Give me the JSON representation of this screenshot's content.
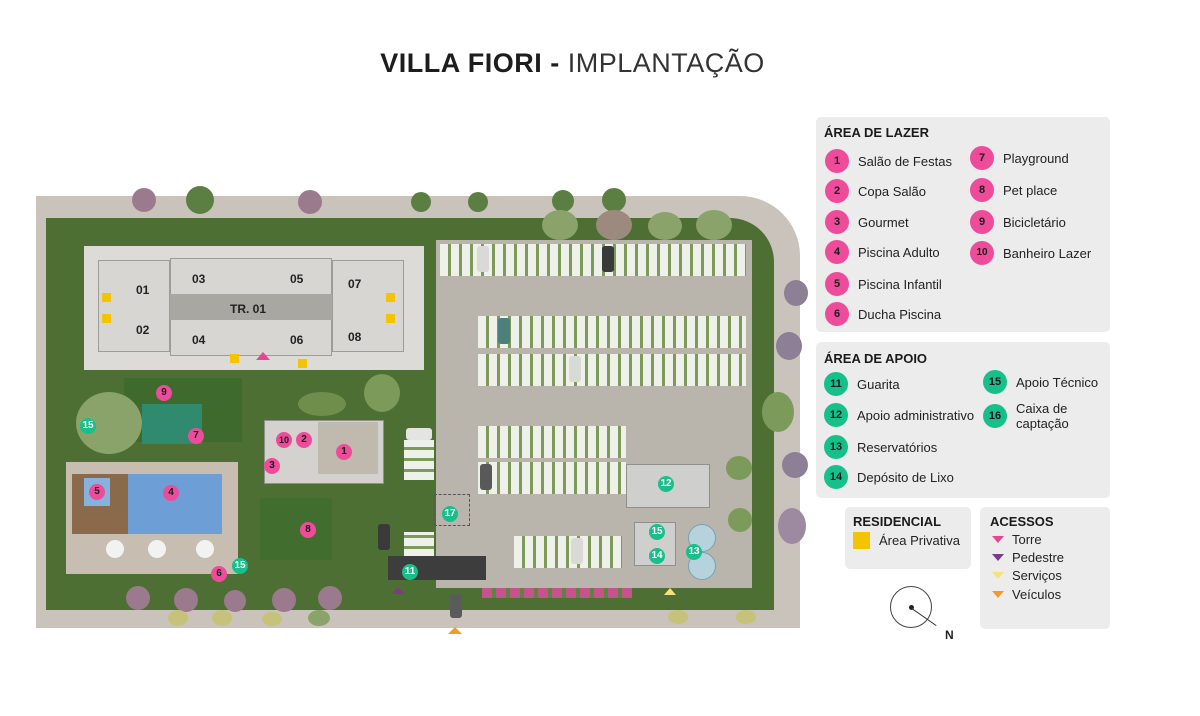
{
  "title": {
    "bold": "VILLA FIORI -",
    "light": "IMPLANTAÇÃO"
  },
  "plan": {
    "units": [
      "01",
      "02",
      "03",
      "04",
      "05",
      "06",
      "07",
      "08"
    ],
    "tower_label": "TR. 01",
    "markers": {
      "m1": "1",
      "m2": "2",
      "m3": "3",
      "m4": "4",
      "m5": "5",
      "m6": "6",
      "m7": "7",
      "m8": "8",
      "m9": "9",
      "m10": "10",
      "m11": "11",
      "m12": "12",
      "m13": "13",
      "m14": "14",
      "m15a": "15",
      "m15b": "15",
      "m15c": "15",
      "m17": "17"
    }
  },
  "legend": {
    "lazer": {
      "title": "ÁREA DE LAZER",
      "items": [
        {
          "num": "1",
          "label": "Salão de Festas"
        },
        {
          "num": "2",
          "label": "Copa Salão"
        },
        {
          "num": "3",
          "label": "Gourmet"
        },
        {
          "num": "4",
          "label": "Piscina Adulto"
        },
        {
          "num": "5",
          "label": "Piscina Infantil"
        },
        {
          "num": "6",
          "label": "Ducha Piscina"
        },
        {
          "num": "7",
          "label": "Playground"
        },
        {
          "num": "8",
          "label": "Pet place"
        },
        {
          "num": "9",
          "label": "Bicicletário"
        },
        {
          "num": "10",
          "label": "Banheiro Lazer"
        }
      ],
      "color": "#ee4c9a"
    },
    "apoio": {
      "title": "ÁREA DE APOIO",
      "items": [
        {
          "num": "11",
          "label": "Guarita"
        },
        {
          "num": "12",
          "label": "Apoio administrativo"
        },
        {
          "num": "13",
          "label": "Reservatórios"
        },
        {
          "num": "14",
          "label": "Depósito de Lixo"
        },
        {
          "num": "15",
          "label": "Apoio Técnico"
        },
        {
          "num": "16",
          "label": "Caixa de captação"
        }
      ],
      "color": "#17c08a"
    },
    "residencial": {
      "title": "RESIDENCIAL",
      "item": "Área Privativa",
      "color": "#f5c400"
    },
    "acessos": {
      "title": "ACESSOS",
      "items": [
        {
          "label": "Torre",
          "color": "#e64593"
        },
        {
          "label": "Pedestre",
          "color": "#7b3b8c"
        },
        {
          "label": "Serviços",
          "color": "#f6e27a"
        },
        {
          "label": "Veículos",
          "color": "#f29a2e"
        }
      ]
    },
    "compass": "N"
  }
}
